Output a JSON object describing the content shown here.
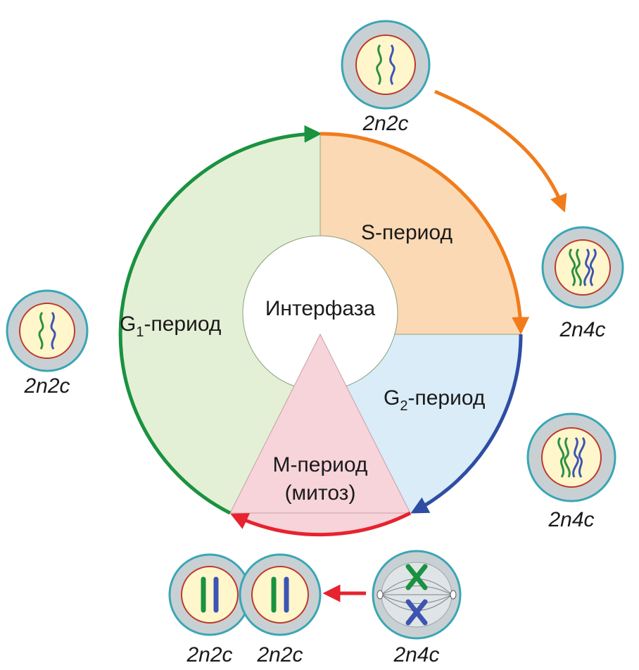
{
  "center_label": "Интерфаза",
  "phases": {
    "s": {
      "label": "S-период",
      "color": "#fbd9b4"
    },
    "g1": {
      "label_main": "G",
      "label_sub": "1",
      "label_rest": "-период",
      "color": "#e3f0d6"
    },
    "g2": {
      "label_main": "G",
      "label_sub": "2",
      "label_rest": "-период",
      "color": "#d9ecf8"
    },
    "m": {
      "label_line1": "М-период",
      "label_line2": "(митоз)",
      "color": "#f7d3da"
    }
  },
  "arc_colors": {
    "s": "#f07c1c",
    "g1": "#1a9240",
    "g2": "#2e4da3",
    "m": "#e6232e"
  },
  "cell_captions": {
    "top": "2n2c",
    "left": "2n2c",
    "right_upper": "2n4c",
    "right_lower": "2n4c",
    "bottom_mitosis": "2n4c",
    "daughter_left": "2n2c",
    "daughter_right": "2n2c"
  },
  "chromosome_colors": {
    "maternal": "#2d8f3f",
    "paternal": "#3d55b0"
  }
}
